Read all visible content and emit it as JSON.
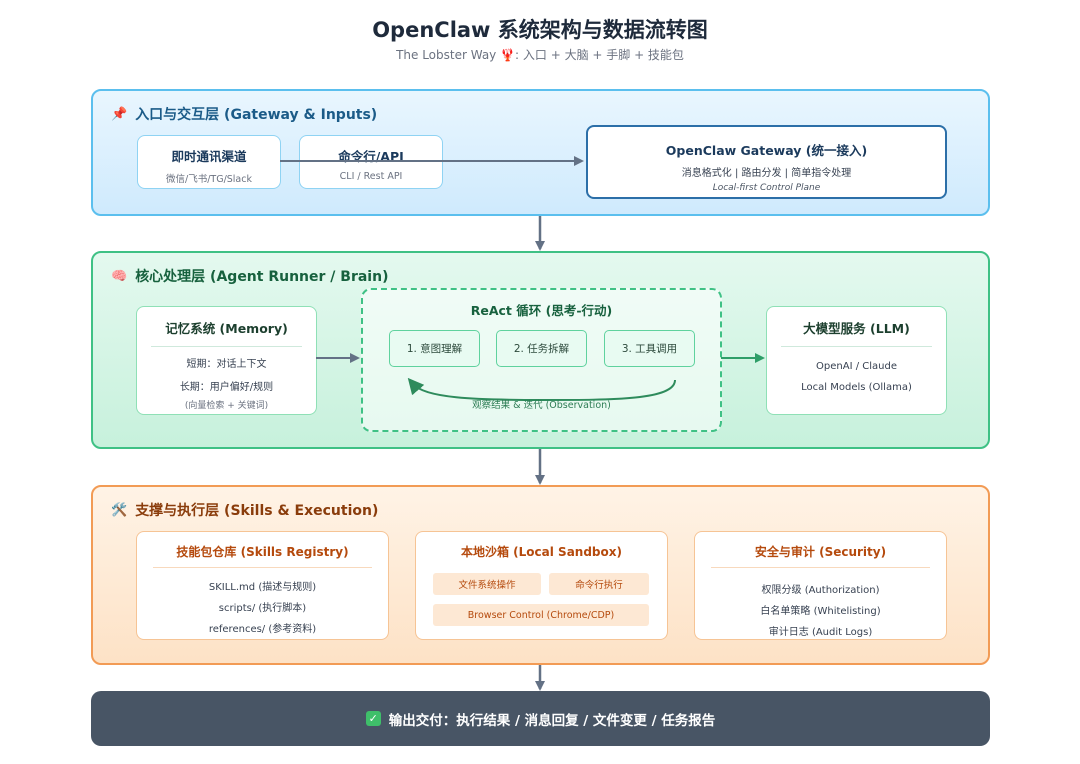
{
  "title": "OpenClaw 系统架构与数据流转图",
  "subtitle": "The Lobster Way 🦞: 入口 + 大脑 + 手脚 + 技能包",
  "layers": {
    "gateway": {
      "icon": "pin-icon",
      "title": "入口与交互层 (Gateway & Inputs)",
      "im": {
        "title": "即时通讯渠道",
        "sub": "微信/飞书/TG/Slack"
      },
      "cli": {
        "title": "命令行/API",
        "sub": "CLI / Rest API"
      },
      "gateway_card": {
        "title": "OpenClaw Gateway (统一接入)",
        "desc": "消息格式化 | 路由分发 | 简单指令处理",
        "note": "Local-first Control Plane"
      }
    },
    "core": {
      "icon": "brain-icon",
      "title": "核心处理层 (Agent Runner / Brain)",
      "memory": {
        "title": "记忆系统 (Memory)",
        "short": "短期：对话上下文",
        "long": "长期：用户偏好/规则",
        "note": "(向量检索 + 关键词)"
      },
      "react": {
        "title": "ReAct 循环 (思考-行动)",
        "steps": [
          "1. 意图理解",
          "2. 任务拆解",
          "3. 工具调用"
        ],
        "observation": "观察结果 & 迭代 (Observation)"
      },
      "llm": {
        "title": "大模型服务 (LLM)",
        "line1": "OpenAI / Claude",
        "line2": "Local Models (Ollama)"
      }
    },
    "exec": {
      "icon": "tools-icon",
      "title": "支撑与执行层 (Skills & Execution)",
      "skills": {
        "title": "技能包仓库 (Skills Registry)",
        "lines": [
          "SKILL.md (描述与规则)",
          "scripts/ (执行脚本)",
          "references/ (参考资料)"
        ]
      },
      "sandbox": {
        "title": "本地沙箱 (Local Sandbox)",
        "chips": [
          "文件系统操作",
          "命令行执行",
          "Browser Control (Chrome/CDP)"
        ]
      },
      "security": {
        "title": "安全与审计 (Security)",
        "lines": [
          "权限分级 (Authorization)",
          "白名单策略 (Whitelisting)",
          "审计日志 (Audit Logs)"
        ]
      }
    }
  },
  "output": {
    "icon": "check-icon",
    "text": "输出交付：执行结果 / 消息回复 / 文件变更 / 任务报告"
  }
}
